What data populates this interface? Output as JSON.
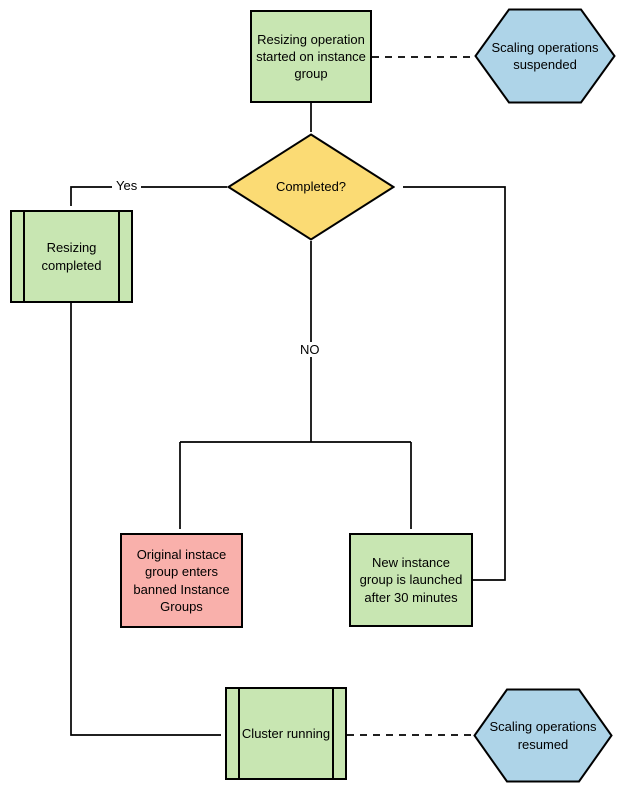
{
  "diagram": {
    "type": "flowchart",
    "nodes": {
      "resizing_started": {
        "label": "Resizing operation started on instance group",
        "shape": "process"
      },
      "scaling_suspended": {
        "label": "Scaling operations suspended",
        "shape": "hexagon"
      },
      "completed": {
        "label": "Completed?",
        "shape": "decision"
      },
      "resizing_completed": {
        "label": "Resizing completed",
        "shape": "predefined-process"
      },
      "banned_group": {
        "label": "Original instace group enters banned Instance Groups",
        "shape": "process"
      },
      "new_group": {
        "label": "New instance group is launched after 30 minutes",
        "shape": "process"
      },
      "cluster_running": {
        "label": "Cluster running",
        "shape": "predefined-process"
      },
      "scaling_resumed": {
        "label": "Scaling operations resumed",
        "shape": "hexagon"
      }
    },
    "edge_labels": {
      "yes": "Yes",
      "no": "NO"
    },
    "colors": {
      "green": "#c8e6b2",
      "yellow": "#fbdb74",
      "blue": "#aed4e8",
      "red": "#f9b0ab",
      "line": "#000000"
    }
  }
}
